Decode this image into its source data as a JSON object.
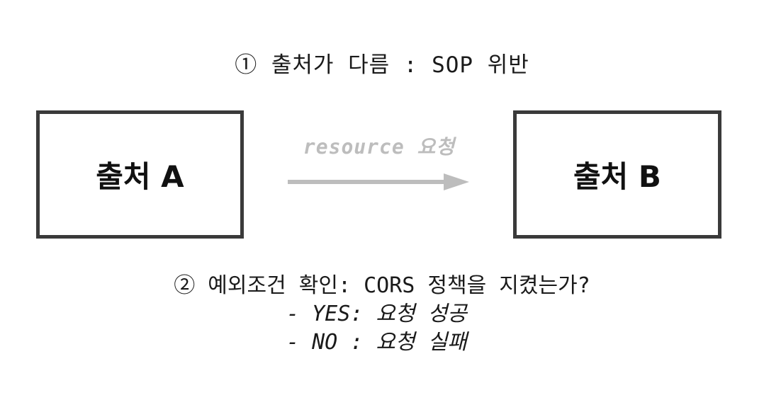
{
  "top_caption": "① 출처가 다름 : SOP 위반",
  "origin_a": "출처 A",
  "origin_b": "출처 B",
  "request_label": "resource 요청",
  "bottom_caption": {
    "main": "② 예외조건 확인: CORS 정책을 지켰는가?",
    "yes_line": "- YES: 요청 성공",
    "no_line": "- NO : 요청 실패"
  },
  "colors": {
    "box_border": "#3a3a3a",
    "arrow": "#bdbdbd",
    "text": "#111111"
  }
}
